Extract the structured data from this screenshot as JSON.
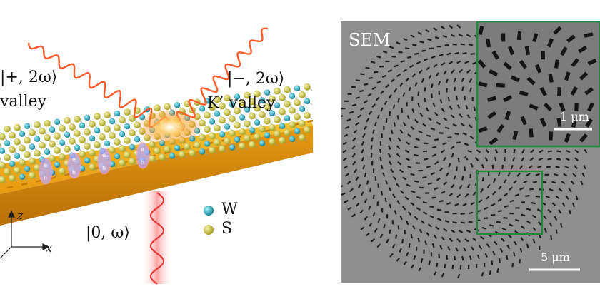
{
  "left_figure": {
    "state_plus": "|+, 2ω⟩",
    "valley_k": "valley",
    "state_minus": "|−, 2ω⟩",
    "valley_kprime": "K’ valley",
    "state_zero": "|0, ω⟩",
    "axis_z": "z",
    "axis_x": "x",
    "legend": [
      {
        "label": "W",
        "color": "#1aa6b7"
      },
      {
        "label": "S",
        "color": "#d9d23a"
      }
    ],
    "exciton_e": "e",
    "exciton_h": "h"
  },
  "right_figure": {
    "title": "SEM",
    "inset_scale": "1 μm",
    "main_scale": "5 μm",
    "box_color": "#1f8a3a"
  }
}
